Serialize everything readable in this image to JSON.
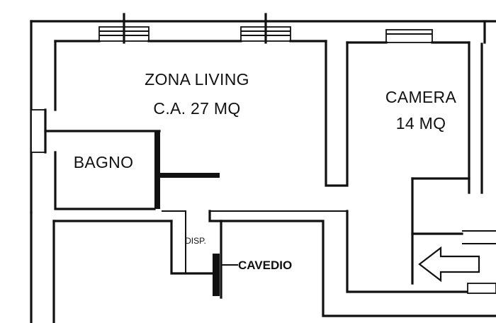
{
  "rooms": {
    "living": {
      "name": "ZONA LIVING",
      "area": "C.A. 27 MQ"
    },
    "camera": {
      "name": "CAMERA",
      "area": "14 MQ"
    },
    "bagno": {
      "name": "BAGNO"
    },
    "disp": {
      "name": "DISP."
    },
    "cavedio": {
      "name": "CAVEDIO"
    }
  },
  "entrance": {
    "icon": "arrow-left-icon"
  }
}
